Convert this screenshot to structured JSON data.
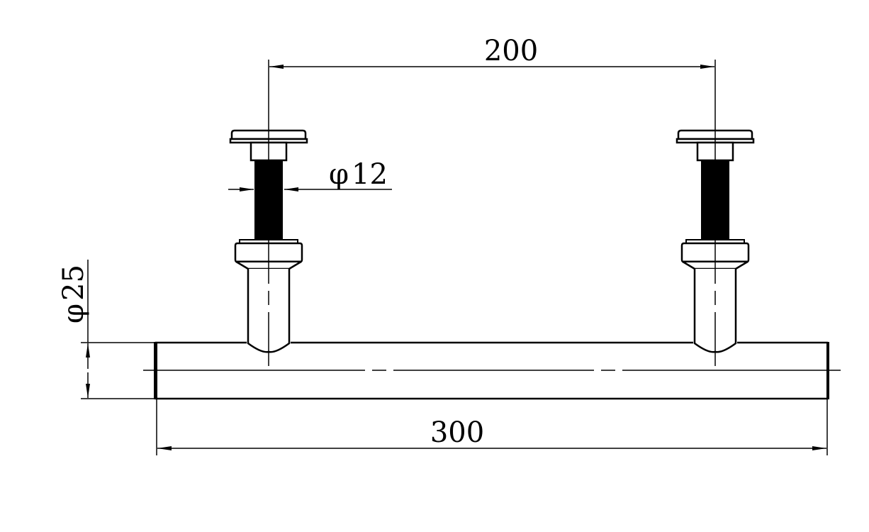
{
  "drawing": {
    "type": "technical-drawing",
    "subject": "bar handle with two mounting posts",
    "colors": {
      "line": "#000000",
      "background": "#ffffff"
    },
    "dimensions": {
      "post_spacing": {
        "label": "200",
        "value": 200
      },
      "overall_length": {
        "label": "300",
        "value": 300
      },
      "thread_diameter": {
        "label": "φ12",
        "symbol": "φ",
        "value": "12"
      },
      "bar_diameter": {
        "label": "φ25",
        "symbol": "φ",
        "value": "25"
      }
    },
    "parts": [
      "left-mounting-post",
      "right-mounting-post",
      "handle-bar"
    ]
  }
}
